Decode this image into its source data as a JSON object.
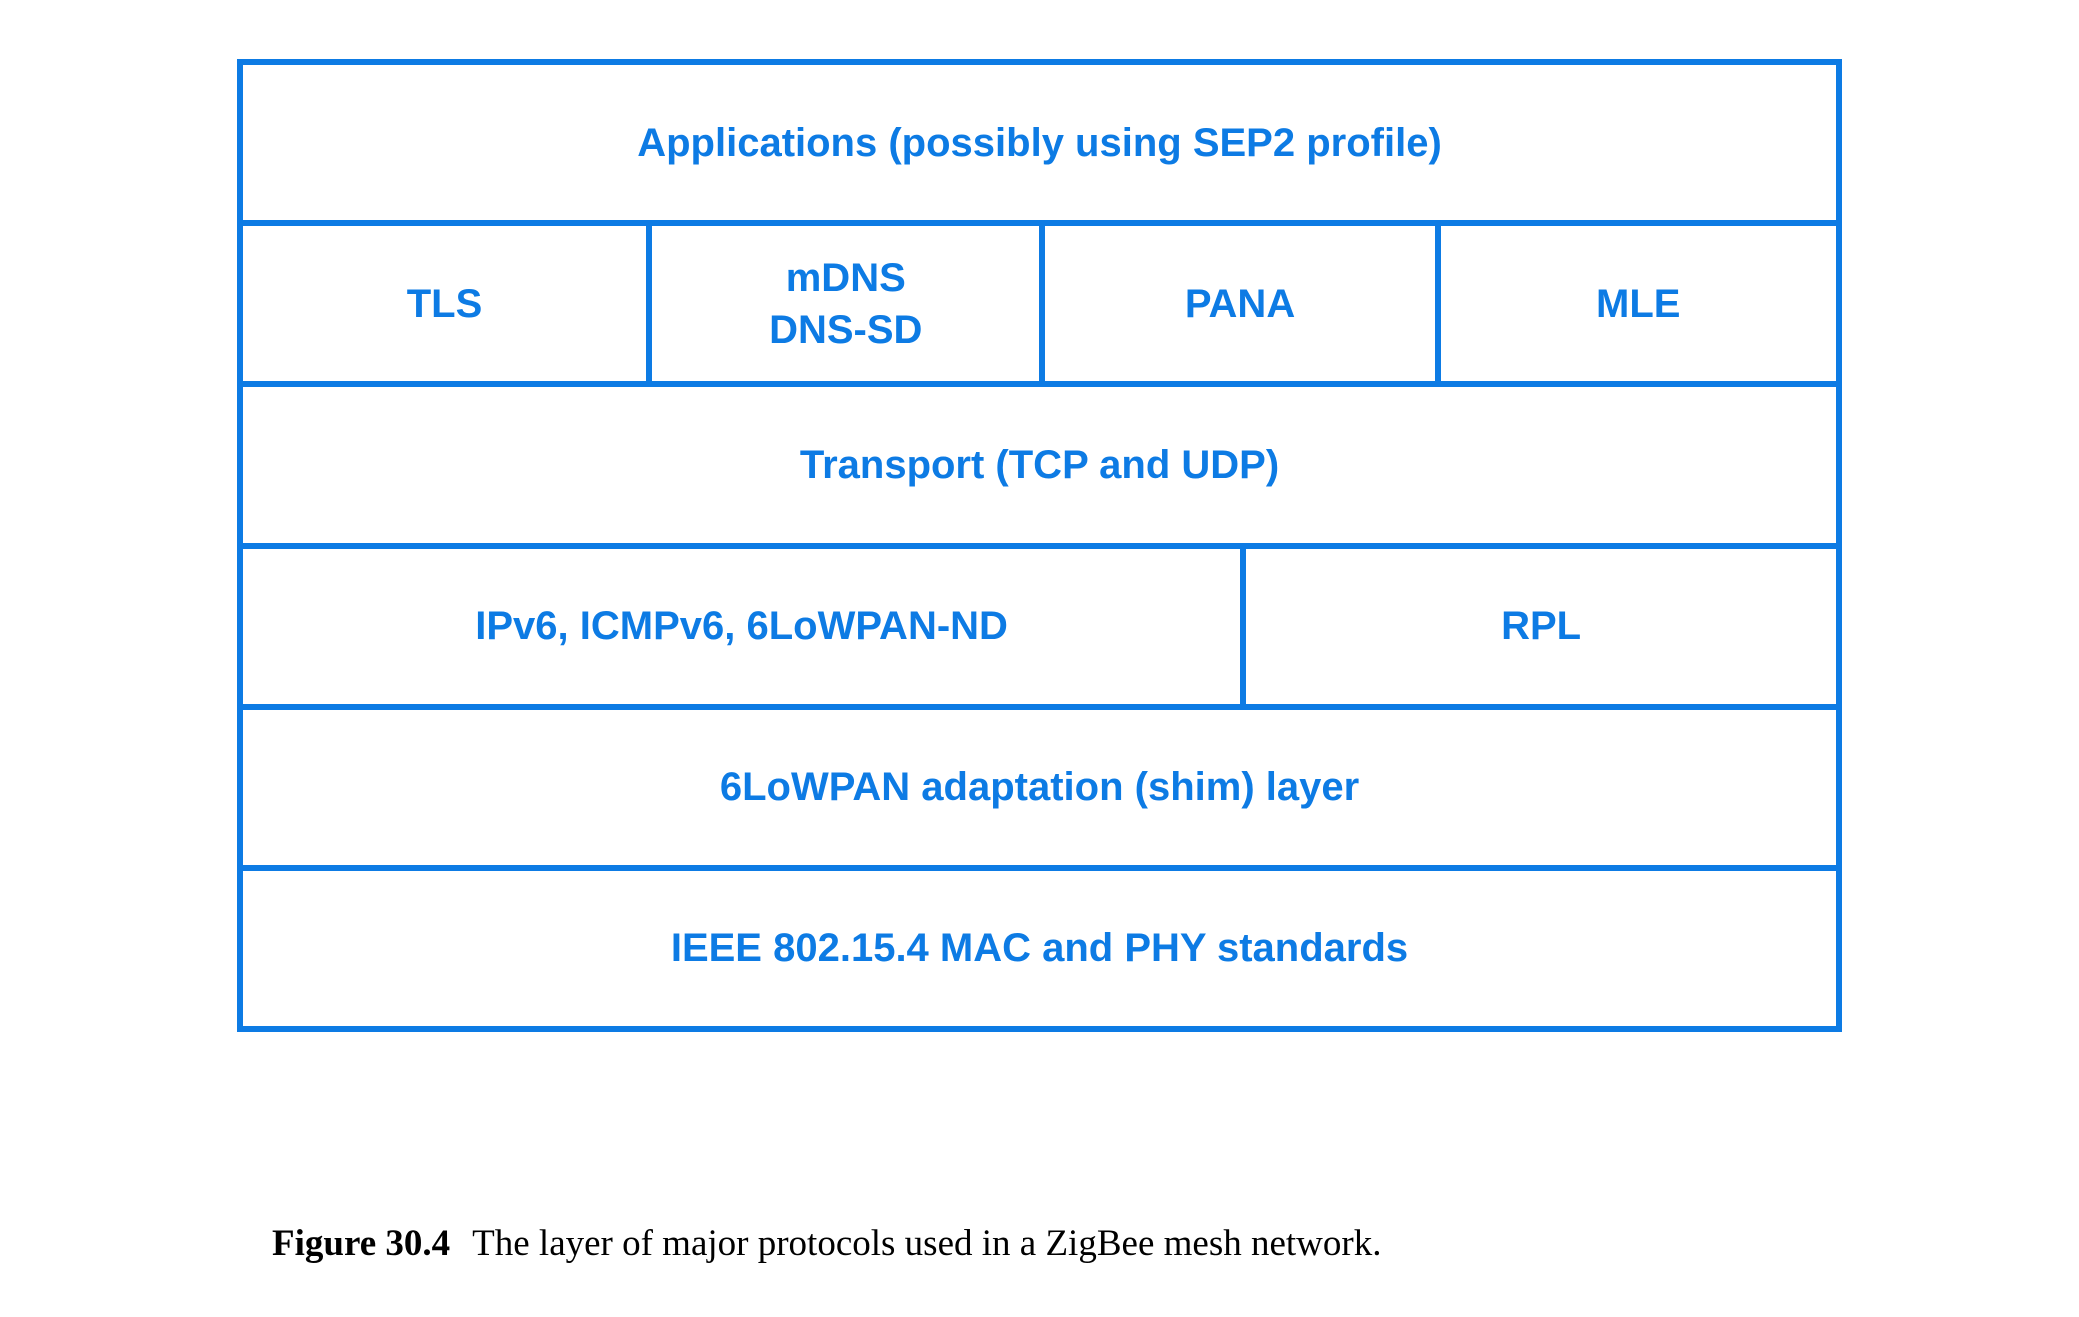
{
  "colors": {
    "accent": "#0d7be4",
    "background": "#ffffff",
    "caption_text": "#000000"
  },
  "figure": {
    "type": "protocol-stack-diagram",
    "caption": {
      "label": "Figure 30.4",
      "text": "The layer of major protocols used in a ZigBee mesh network."
    },
    "stack": {
      "rows": [
        {
          "name": "applications",
          "cells": [
            {
              "label": "Applications (possibly using SEP2 profile)"
            }
          ]
        },
        {
          "name": "services",
          "cells": [
            {
              "label": "TLS"
            },
            {
              "label": "mDNS\nDNS-SD"
            },
            {
              "label": "PANA"
            },
            {
              "label": "MLE"
            }
          ]
        },
        {
          "name": "transport",
          "cells": [
            {
              "label": "Transport (TCP and UDP)"
            }
          ]
        },
        {
          "name": "network",
          "cells": [
            {
              "label": "IPv6, ICMPv6, 6LoWPAN-ND"
            },
            {
              "label": "RPL"
            }
          ]
        },
        {
          "name": "adaptation",
          "cells": [
            {
              "label": "6LoWPAN adaptation (shim) layer"
            }
          ]
        },
        {
          "name": "mac-phy",
          "cells": [
            {
              "label": "IEEE 802.15.4 MAC and PHY standards"
            }
          ]
        }
      ]
    }
  }
}
